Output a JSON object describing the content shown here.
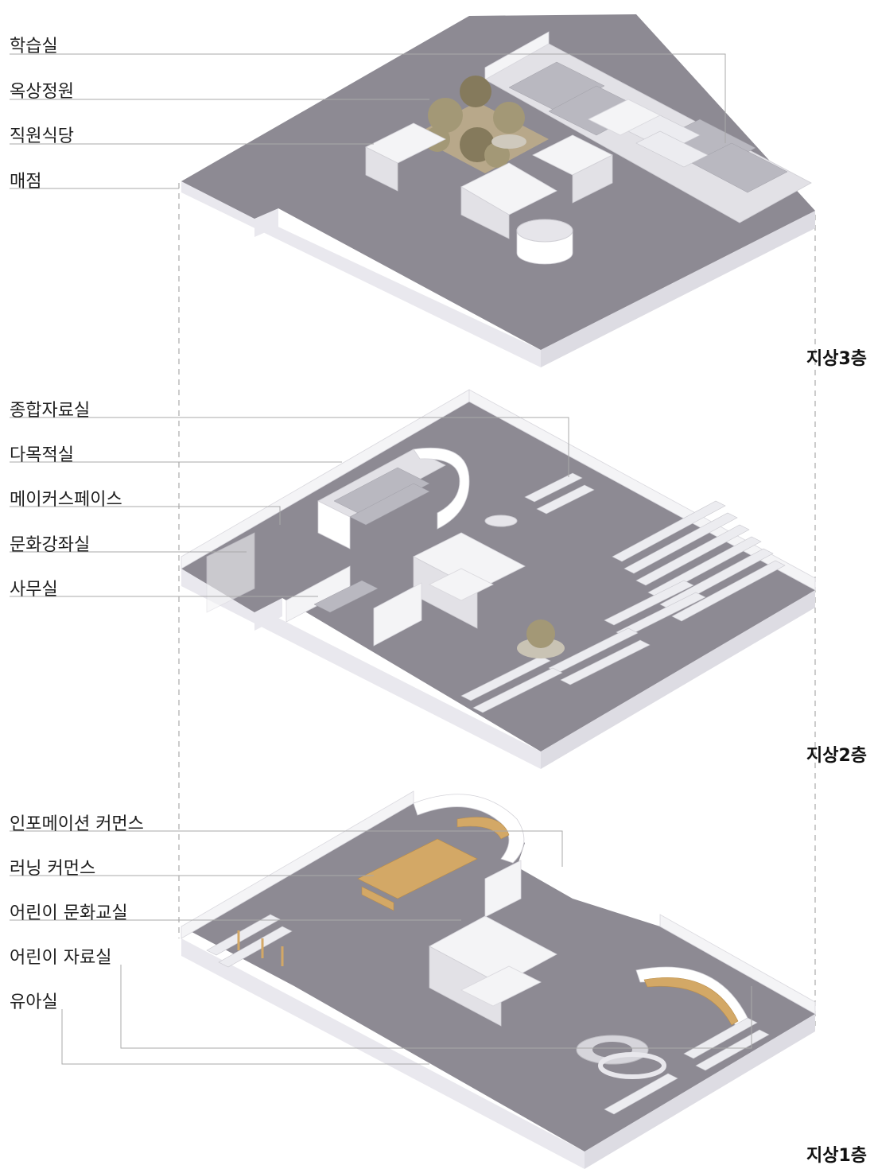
{
  "floors": [
    {
      "name": "지상3층",
      "rooms": [
        "학습실",
        "옥상정원",
        "직원식당",
        "매점"
      ]
    },
    {
      "name": "지상2층",
      "rooms": [
        "종합자료실",
        "다목적실",
        "메이커스페이스",
        "문화강좌실",
        "사무실"
      ]
    },
    {
      "name": "지상1층",
      "rooms": [
        "인포메이션 커먼스",
        "러닝 커먼스",
        "어린이 문화교실",
        "어린이 자료실",
        "유아실"
      ]
    }
  ],
  "colors": {
    "floor_slab": "#8d8a93",
    "walls": "#f4f4f6",
    "leader_lines": "#a9a9a9",
    "trees": "#a39876",
    "wood_accent": "#d3a866"
  }
}
